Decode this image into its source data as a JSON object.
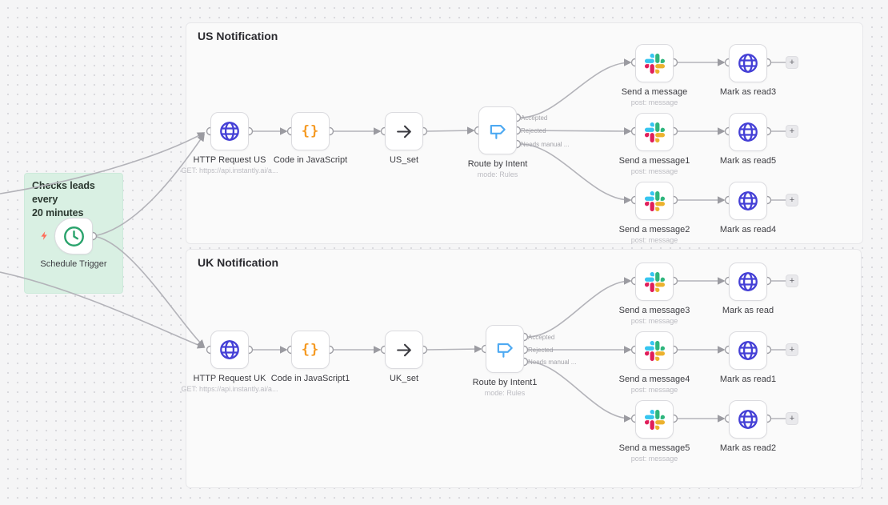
{
  "colors": {
    "canvas_bg": "#f5f5f6",
    "section_bg": "#fafafa",
    "sticky_green": "#d9f0e3",
    "connection_gray": "#b3b3b9",
    "http_icon_blue": "#4540d6",
    "code_icon_orange": "#f59a23",
    "switch_icon_blue": "#4da9f2",
    "trigger_clock_green": "#2aa36c",
    "bolt_red": "#ff6d5a",
    "slack": [
      "#36C5F0",
      "#2EB67D",
      "#ECB22E",
      "#E01E5A"
    ]
  },
  "sticky": {
    "title_lines": [
      "Checks leads every",
      "20 minutes"
    ]
  },
  "sections": {
    "us": {
      "title": "US Notification"
    },
    "uk": {
      "title": "UK Notification"
    }
  },
  "plus_button": "+",
  "nodes": {
    "schedule_trigger": {
      "label": "Schedule Trigger"
    },
    "http_us": {
      "label": "HTTP Request US",
      "subtitle": "GET: https://api.instantly.ai/a..."
    },
    "code_us": {
      "label": "Code in JavaScript"
    },
    "set_us": {
      "label": "US_set"
    },
    "switch_us": {
      "label": "Route by Intent",
      "subtitle": "mode: Rules",
      "outputs": [
        "Accepted",
        "Rejected",
        "Needs manual ..."
      ]
    },
    "slack_us_1": {
      "label": "Send a message",
      "subtitle": "post: message"
    },
    "read_us_1": {
      "label": "Mark as read3"
    },
    "slack_us_2": {
      "label": "Send a message1",
      "subtitle": "post: message"
    },
    "read_us_2": {
      "label": "Mark as read5"
    },
    "slack_us_3": {
      "label": "Send a message2",
      "subtitle": "post: message"
    },
    "read_us_3": {
      "label": "Mark as read4"
    },
    "http_uk": {
      "label": "HTTP Request UK",
      "subtitle": "GET: https://api.instantly.ai/a..."
    },
    "code_uk": {
      "label": "Code in JavaScript1"
    },
    "set_uk": {
      "label": "UK_set"
    },
    "switch_uk": {
      "label": "Route by Intent1",
      "subtitle": "mode: Rules",
      "outputs": [
        "Accepted",
        "Rejected",
        "Needs manual ..."
      ]
    },
    "slack_uk_1": {
      "label": "Send a message3",
      "subtitle": "post: message"
    },
    "read_uk_1": {
      "label": "Mark as read"
    },
    "slack_uk_2": {
      "label": "Send a message4",
      "subtitle": "post: message"
    },
    "read_uk_2": {
      "label": "Mark as read1"
    },
    "slack_uk_3": {
      "label": "Send a message5",
      "subtitle": "post: message"
    },
    "read_uk_3": {
      "label": "Mark as read2"
    }
  }
}
